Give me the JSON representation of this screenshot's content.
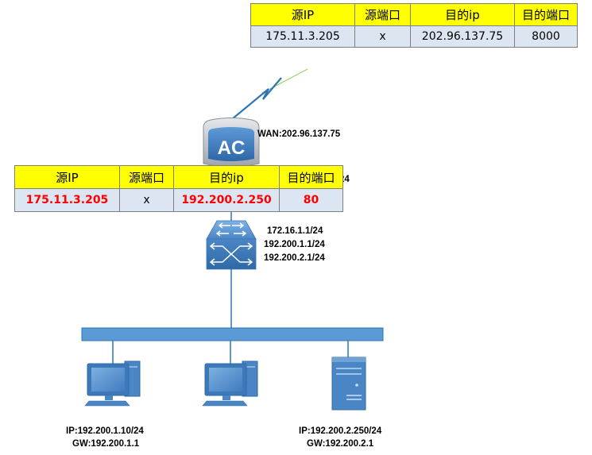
{
  "tables": {
    "top": {
      "headers": [
        "源IP",
        "源端口",
        "目的ip",
        "目的端口"
      ],
      "row": [
        "175.11.3.205",
        "x",
        "202.96.137.75",
        "8000"
      ]
    },
    "mid": {
      "headers": [
        "源IP",
        "源端口",
        "目的ip",
        "目的端口"
      ],
      "row": [
        "175.11.3.205",
        "x",
        "192.200.2.250",
        "80"
      ],
      "red_cells": [
        0,
        2,
        3
      ]
    }
  },
  "ac": {
    "label": "AC",
    "wan": "WAN:202.96.137.75",
    "hidden_suffix": "24"
  },
  "switch": {
    "interfaces": [
      "172.16.1.1/24",
      "192.200.1.1/24",
      "192.200.2.1/24"
    ]
  },
  "hosts": {
    "pc1": {
      "ip": "IP:192.200.1.10/24",
      "gw": "GW:192.200.1.1"
    },
    "server": {
      "ip": "IP:192.200.2.250/24",
      "gw": "GW:192.200.2.1"
    }
  },
  "colors": {
    "header_yellow": "#ffff00",
    "row_blue": "#dce6f2",
    "device_blue": "#4a86c5",
    "link_blue": "#2e75b6",
    "bus_fill": "#5b9bd5",
    "highlight_red": "#ff0000",
    "wan_link_green": "#92d050"
  }
}
